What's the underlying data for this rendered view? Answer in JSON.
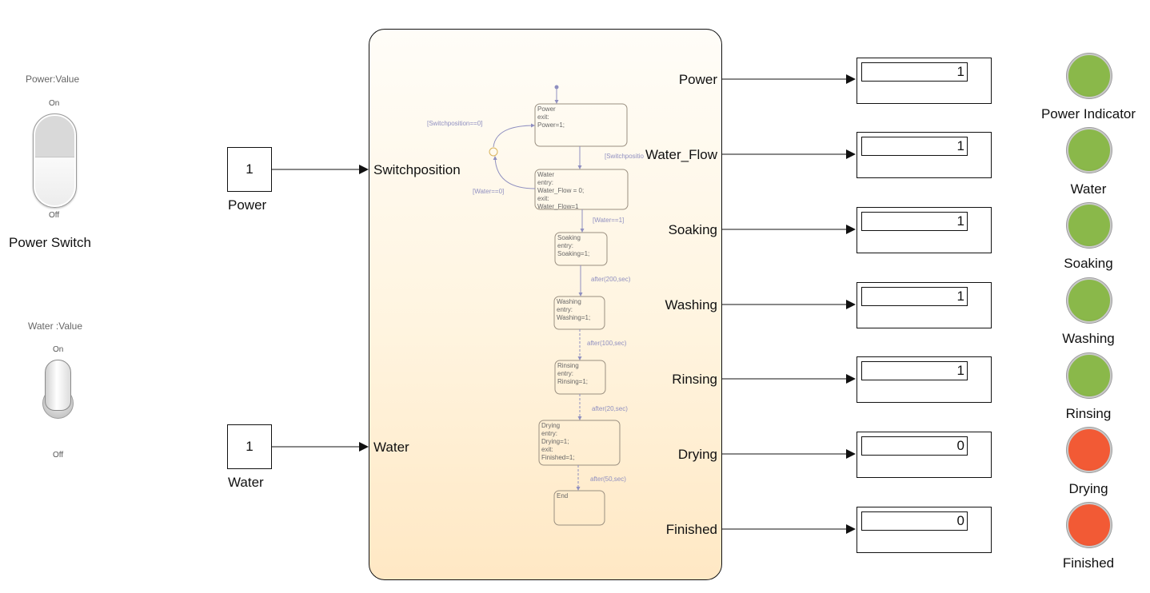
{
  "power_switch": {
    "header": "Power:Value",
    "on_label": "On",
    "off_label": "Off",
    "name": "Power Switch"
  },
  "water_switch": {
    "header": "Water :Value",
    "on_label": "On",
    "off_label": "Off"
  },
  "constants": [
    {
      "value": "1",
      "name": "Power"
    },
    {
      "value": "1",
      "name": "Water"
    }
  ],
  "chart": {
    "inputs": [
      "Switchposition",
      "Water"
    ],
    "outputs": [
      "Power",
      "Water_Flow",
      "Soaking",
      "Washing",
      "Rinsing",
      "Drying",
      "Finished"
    ],
    "states": [
      {
        "lines": [
          "Power",
          "exit:",
          "Power=1;"
        ]
      },
      {
        "lines": [
          "Water",
          "entry:",
          "Water_Flow = 0;",
          "exit:",
          "Water_Flow=1"
        ]
      },
      {
        "lines": [
          "Soaking",
          "entry:",
          "Soaking=1;"
        ]
      },
      {
        "lines": [
          "Washing",
          "entry:",
          "Washing=1;"
        ]
      },
      {
        "lines": [
          "Rinsing",
          "entry:",
          "Rinsing=1;"
        ]
      },
      {
        "lines": [
          "Drying",
          "entry:",
          "Drying=1;",
          "exit:",
          "Finished=1;"
        ]
      },
      {
        "lines": [
          "End"
        ]
      }
    ],
    "transitions": [
      "[Switchposition==0]",
      "[Switchpositio",
      "[Water==0]",
      "[Water==1]",
      "after(200,sec)",
      "after(100,sec)",
      "after(20,sec)",
      "after(50,sec)"
    ]
  },
  "displays": [
    "1",
    "1",
    "1",
    "1",
    "1",
    "0",
    "0"
  ],
  "lamps": [
    {
      "name": "Power Indicator",
      "color": "#8ab84a"
    },
    {
      "name": "Water",
      "color": "#8ab84a"
    },
    {
      "name": "Soaking",
      "color": "#8ab84a"
    },
    {
      "name": "Washing",
      "color": "#8ab84a"
    },
    {
      "name": "Rinsing",
      "color": "#8ab84a"
    },
    {
      "name": "Drying",
      "color": "#f25a35"
    },
    {
      "name": "Finished",
      "color": "#f25a35"
    }
  ]
}
